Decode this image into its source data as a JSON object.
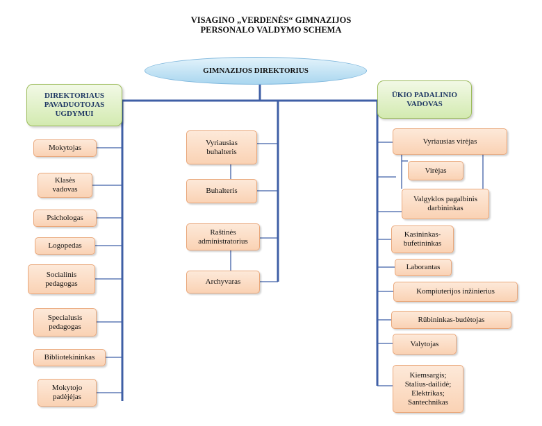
{
  "title": {
    "line1": "VISAGINO „VERDENĖS“ GIMNAZIJOS",
    "line2": "PERSONALO VALDYMO SCHEMA"
  },
  "director": "GIMNAZIJOS DIREKTORIUS",
  "left_head": {
    "line1": "DIREKTORIAUS",
    "line2": "PAVADUOTOJAS",
    "line3": "UGDYMUI"
  },
  "right_head": {
    "line1": "ŪKIO PADALINIO",
    "line2": "VADOVAS"
  },
  "left_items": [
    [
      "Mokytojas"
    ],
    [
      "Klasės",
      "vadovas"
    ],
    [
      "Psichologas"
    ],
    [
      "Logopedas"
    ],
    [
      "Socialinis",
      "pedagogas"
    ],
    [
      "Specialusis",
      "pedagogas"
    ],
    [
      "Bibliotekininkas"
    ],
    [
      "Mokytojo",
      "padėjėjas"
    ]
  ],
  "center_items": [
    [
      "Vyriausias",
      "buhalteris"
    ],
    [
      "Buhalteris"
    ],
    [
      "Raštinės",
      "administratorius"
    ],
    [
      "Archyvaras"
    ]
  ],
  "right_items": [
    [
      "Vyriausias virėjas"
    ],
    [
      "Virėjas"
    ],
    [
      "Valgyklos pagalbinis",
      "darbininkas"
    ],
    [
      "Kasininkas-",
      "bufetininkas"
    ],
    [
      "Laborantas"
    ],
    [
      "Kompiuterijos inžinierius"
    ],
    [
      "Rūbininkas-budėtojas"
    ],
    [
      "Valytojas"
    ],
    [
      "Kiemsargis;",
      "Stalius-dailidė;",
      "Elektrikas;",
      "Santechnikas"
    ]
  ]
}
